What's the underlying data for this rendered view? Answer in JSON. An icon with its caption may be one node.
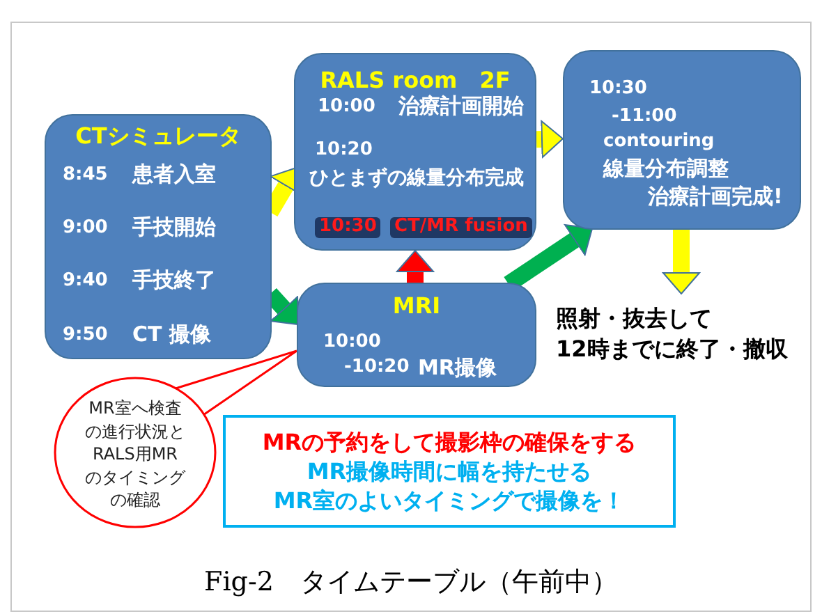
{
  "diagram": {
    "caption": "Fig-2　タイムテーブル（午前中）",
    "nodes": [
      {
        "text": [
          "CTシミュレータ",
          "8:45",
          "患者入室",
          "9:00",
          "手技開始",
          "9:40",
          "手技終了",
          "9:50",
          "CT 撮像"
        ]
      },
      {
        "text": [
          "RALS room　2F",
          "10:00",
          "治療計画開始",
          "10:20",
          "ひとまずの線量分布完成",
          "10:30",
          "CT/MR fusion"
        ]
      },
      {
        "text": [
          "10:30",
          "-11:00",
          "contouring",
          "線量分布調整",
          "治療計画完成!"
        ]
      },
      {
        "text": [
          "MRI",
          "10:00",
          "-10:20",
          "MR撮像"
        ]
      },
      {
        "text": [
          "照射・抜去して",
          "12時までに終了・撤収"
        ]
      },
      {
        "text": [
          "MR室へ検査の進行状況とRALS用MRのタイミングの確認"
        ]
      },
      {
        "text": [
          "MRの予約をして撮影枠の確保をする",
          "MR撮像時間に幅を持たせる",
          "MR室のよいタイミングで撮像を！"
        ]
      }
    ],
    "edges": [
      {
        "from": 0,
        "to": 1,
        "arrow": "to",
        "color": "#ffff00"
      },
      {
        "from": 0,
        "to": 3,
        "arrow": "to",
        "color": "#00b050"
      },
      {
        "from": 3,
        "to": 1,
        "arrow": "to",
        "color": "#ff0000"
      },
      {
        "from": 3,
        "to": 2,
        "arrow": "to",
        "color": "#00b050"
      },
      {
        "from": 1,
        "to": 2,
        "arrow": "to",
        "color": "#ffff00"
      },
      {
        "from": 2,
        "to": 4,
        "arrow": "to",
        "color": "#ffff00"
      },
      {
        "from": 5,
        "to": 3,
        "arrow": "none",
        "color": "#ff0000"
      }
    ]
  }
}
